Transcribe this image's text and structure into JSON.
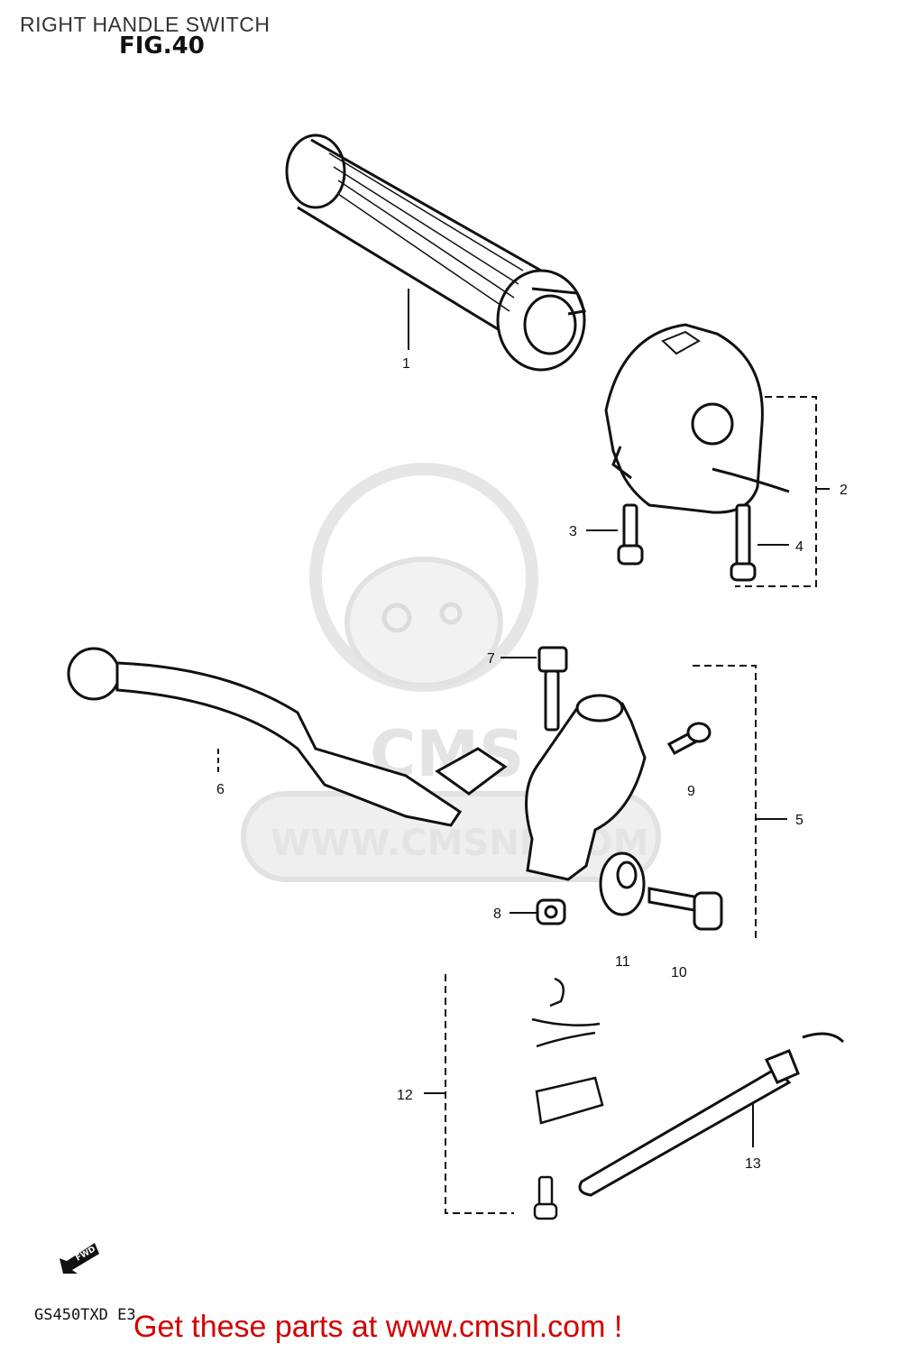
{
  "title": "RIGHT HANDLE SWITCH",
  "figure_label": "FIG.40",
  "model_code": "GS450TXD E3",
  "footer_link": "Get these parts at www.cmsnl.com !",
  "watermark": {
    "brand": "CMS",
    "url": "WWW.CMSNL.COM"
  },
  "fwd_label": "FWD",
  "parts": [
    {
      "number": "1",
      "item": "throttle-grip"
    },
    {
      "number": "2",
      "item": "switch-housing"
    },
    {
      "number": "3",
      "item": "screw"
    },
    {
      "number": "4",
      "item": "screw"
    },
    {
      "number": "5",
      "item": "lever-holder-assembly"
    },
    {
      "number": "6",
      "item": "brake-lever"
    },
    {
      "number": "7",
      "item": "bolt"
    },
    {
      "number": "8",
      "item": "nut"
    },
    {
      "number": "9",
      "item": "screw"
    },
    {
      "number": "10",
      "item": "bolt"
    },
    {
      "number": "11",
      "item": "cap"
    },
    {
      "number": "12",
      "item": "switch-set"
    },
    {
      "number": "13",
      "item": "clamp"
    }
  ]
}
